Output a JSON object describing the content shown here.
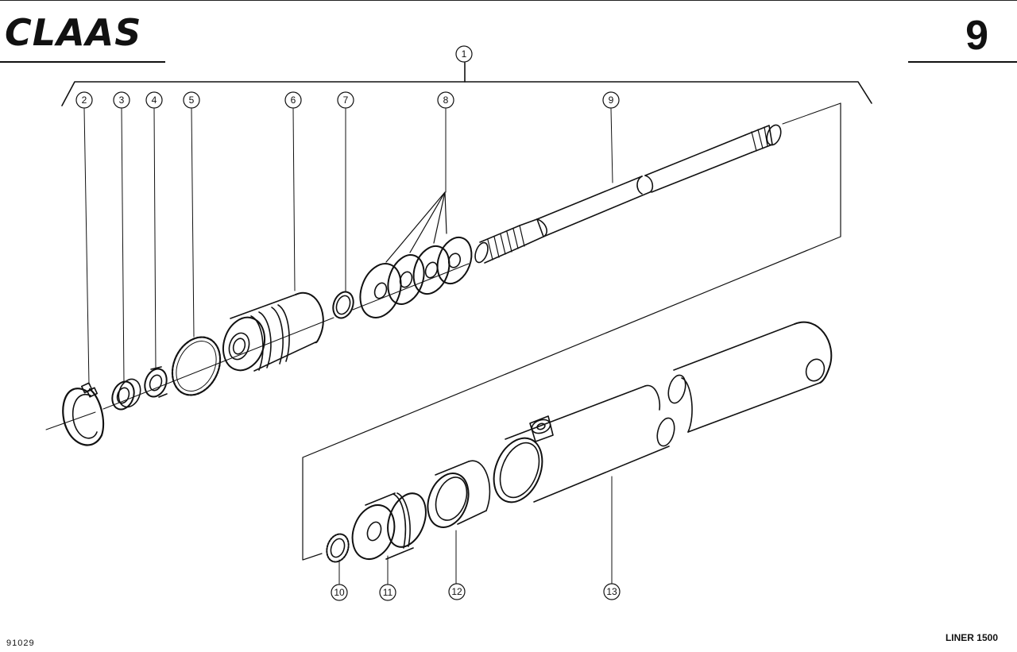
{
  "header": {
    "brand": "CLAAS",
    "page_number": "9"
  },
  "footer": {
    "drawing_number": "91029",
    "model": "LINER 1500"
  },
  "callouts": [
    "1",
    "2",
    "3",
    "4",
    "5",
    "6",
    "7",
    "8",
    "9",
    "10",
    "11",
    "12",
    "13"
  ]
}
